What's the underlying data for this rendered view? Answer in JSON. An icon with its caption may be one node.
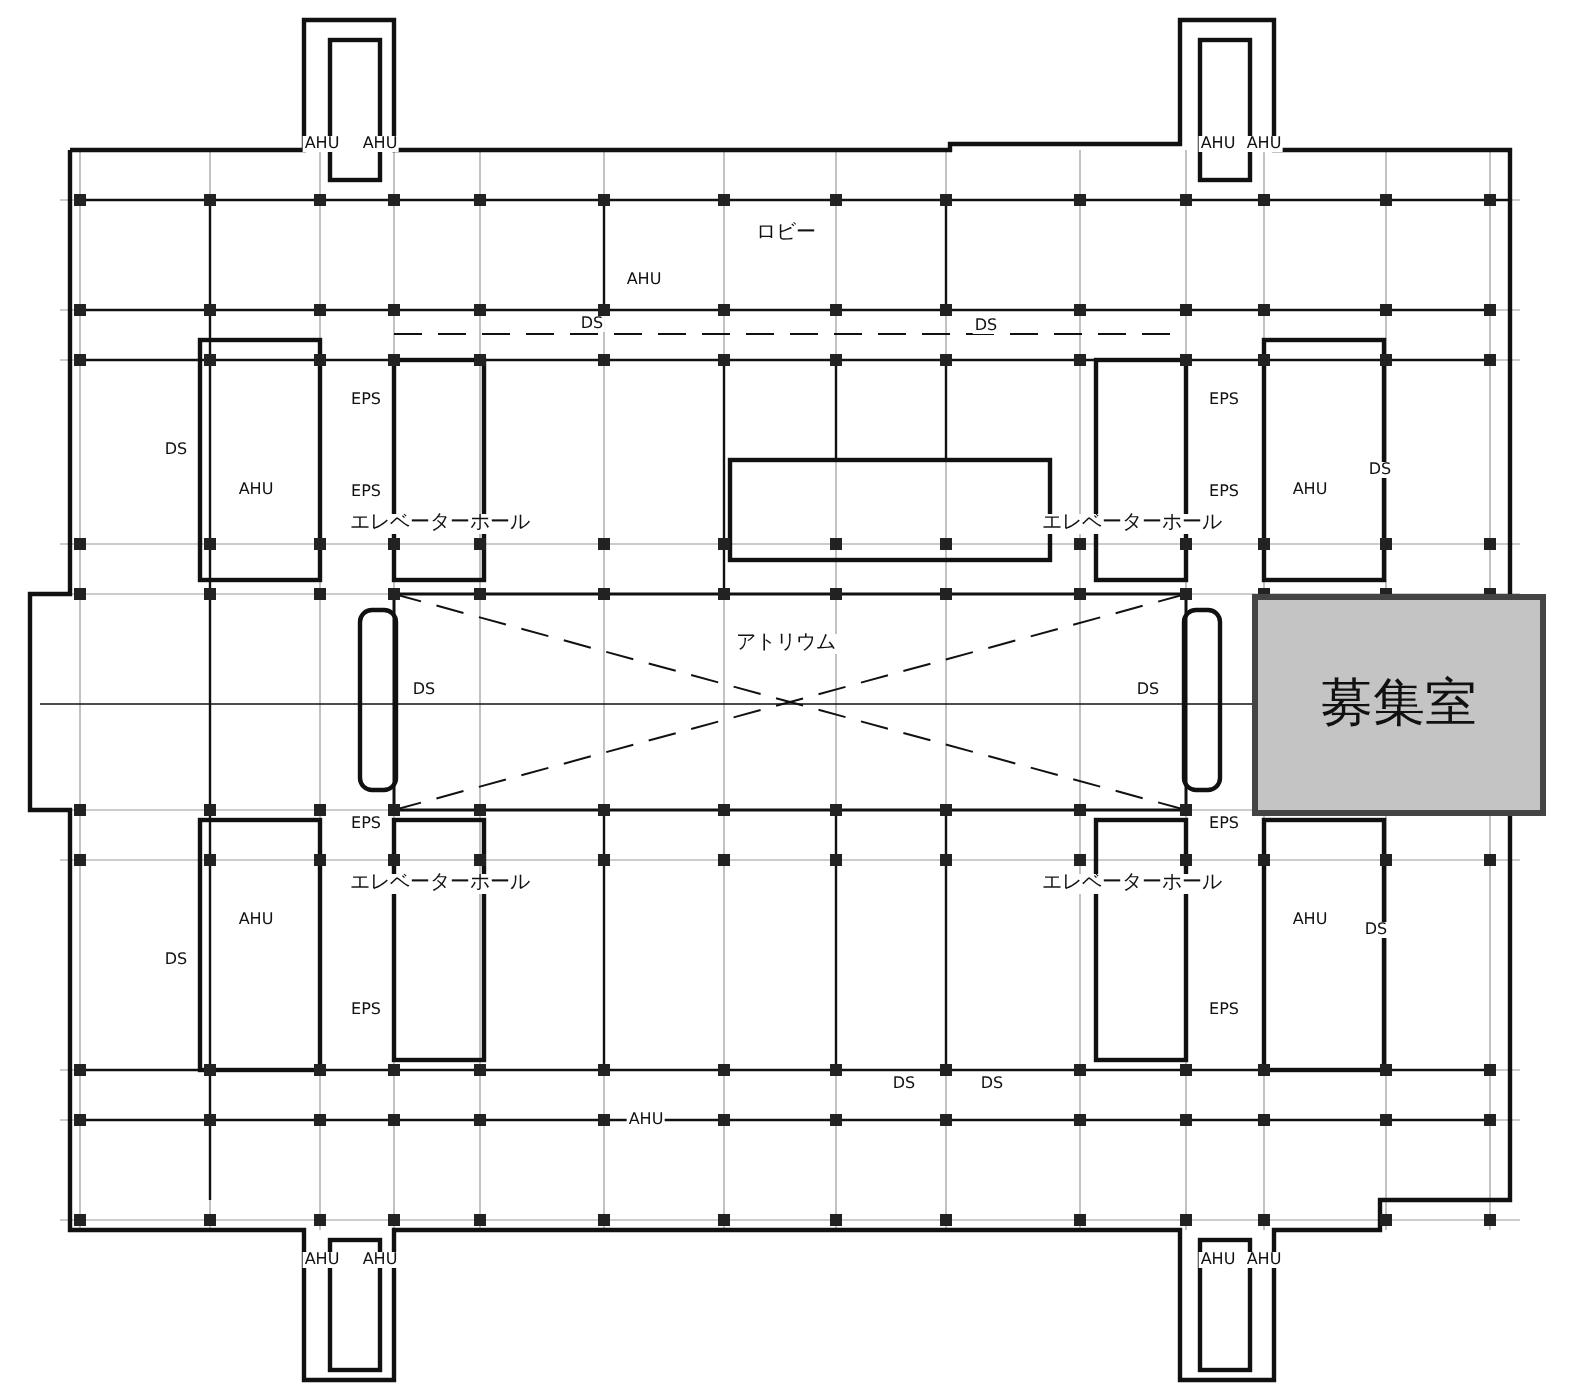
{
  "diagram": {
    "nodes": [
      {
        "text": [
          "募集室"
        ]
      }
    ],
    "labels": [
      "ロビー",
      "アトリウム",
      "エレベーターホール",
      "エレベーターホール",
      "エレベーターホール",
      "エレベーターホール",
      "AHU",
      "AHU",
      "AHU",
      "AHU",
      "AHU",
      "AHU",
      "AHU",
      "AHU",
      "AHU",
      "AHU",
      "AHU",
      "AHU",
      "AHU",
      "AHU",
      "DS",
      "DS",
      "DS",
      "DS",
      "DS",
      "DS",
      "DS",
      "DS",
      "DS",
      "DS",
      "EPS",
      "EPS",
      "EPS",
      "EPS",
      "EPS",
      "EPS",
      "EPS",
      "EPS"
    ]
  }
}
